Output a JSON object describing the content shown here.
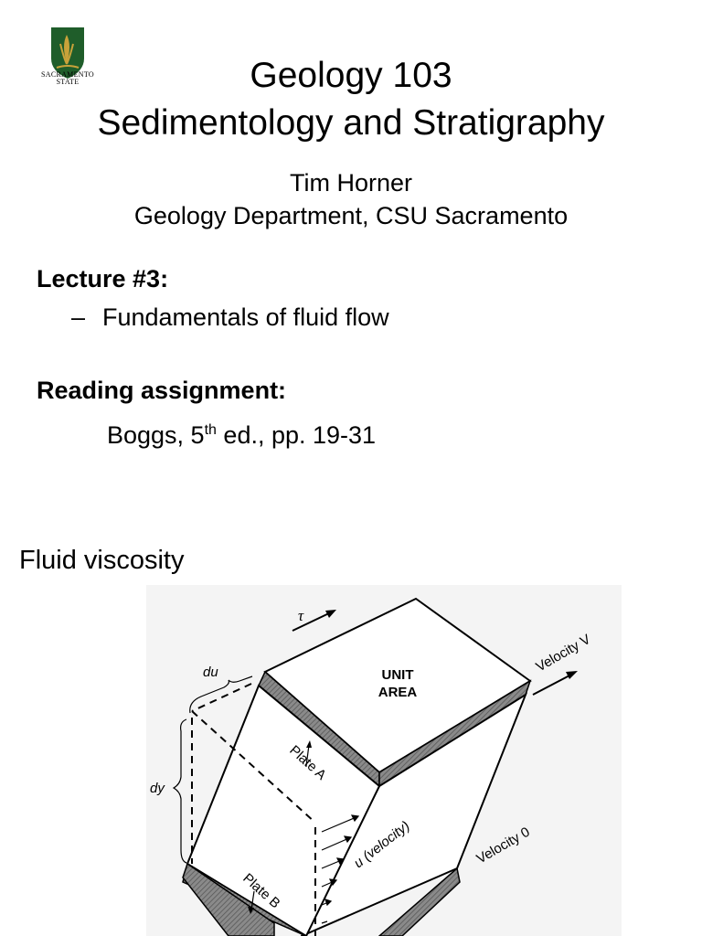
{
  "logo": {
    "line1": "SACRAMENTO",
    "line2": "STATE"
  },
  "header": {
    "title_line1": "Geology 103",
    "title_line2": "Sedimentology and Stratigraphy",
    "author": "Tim Horner",
    "department": "Geology Department, CSU Sacramento"
  },
  "lecture": {
    "heading": "Lecture #3:",
    "dash": "–",
    "topic": "Fundamentals of fluid flow"
  },
  "reading": {
    "heading": "Reading assignment:",
    "text_pre": "Boggs, 5",
    "superscript": "th",
    "text_post": " ed., pp. 19-31"
  },
  "section": {
    "heading": "Fluid viscosity"
  },
  "diagram": {
    "tau": "τ",
    "velocity_v": "Velocity V",
    "unit_area_line1": "UNIT",
    "unit_area_line2": "AREA",
    "du": "du",
    "dy": "dy",
    "plate_a": "Plate A",
    "plate_b": "Plate B",
    "u_velocity": "u (velocity)",
    "velocity_0": "Velocity 0"
  },
  "colors": {
    "logo_green": "#1f5d2a",
    "logo_gold": "#c8a23a",
    "plate_gray": "#7a7a7a"
  }
}
